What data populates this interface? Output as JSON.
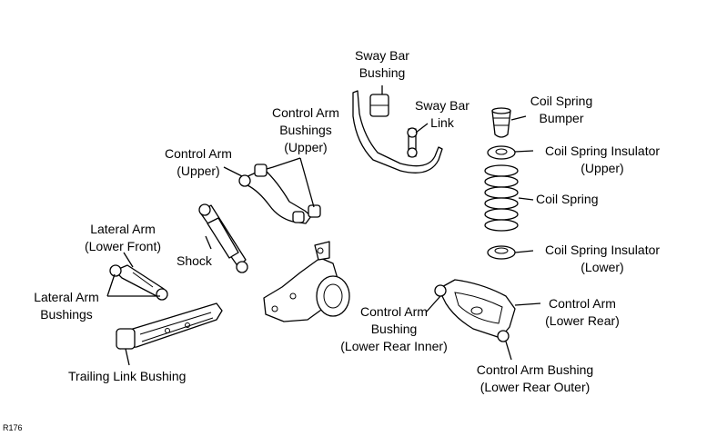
{
  "figure_code": "R176",
  "labels": {
    "sway_bar_bushing": [
      "Sway Bar",
      "Bushing"
    ],
    "sway_bar_link": [
      "Sway Bar",
      "Link"
    ],
    "coil_spring_bumper": [
      "Coil Spring",
      "Bumper"
    ],
    "control_arm_bushings_upper": [
      "Control Arm",
      "Bushings",
      "(Upper)"
    ],
    "control_arm_upper": [
      "Control Arm",
      "(Upper)"
    ],
    "coil_spring_insulator_upper": [
      "Coil Spring Insulator",
      "(Upper)"
    ],
    "coil_spring": [
      "Coil Spring"
    ],
    "lateral_arm_lower_front": [
      "Lateral Arm",
      "(Lower Front)"
    ],
    "shock": [
      "Shock"
    ],
    "coil_spring_insulator_lower": [
      "Coil Spring Insulator",
      "(Lower)"
    ],
    "lateral_arm_bushings": [
      "Lateral Arm",
      "Bushings"
    ],
    "control_arm_lower_rear": [
      "Control Arm",
      "(Lower Rear)"
    ],
    "control_arm_bushing_lower_rear_inner": [
      "Control Arm",
      "Bushing",
      "(Lower Rear Inner)"
    ],
    "trailing_link_bushing": [
      "Trailing Link Bushing"
    ],
    "control_arm_bushing_lower_rear_outer": [
      "Control Arm Bushing",
      "(Lower Rear Outer)"
    ]
  }
}
